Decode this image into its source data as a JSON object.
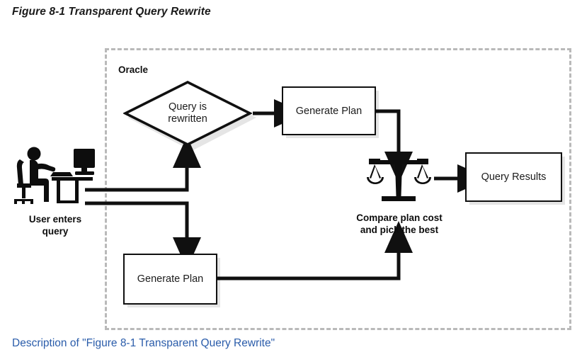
{
  "figure": {
    "title": "Figure 8-1 Transparent Query Rewrite",
    "caption_link": "Description of \"Figure 8-1 Transparent Query Rewrite\"",
    "link_color": "#2a5caa"
  },
  "diagram": {
    "boundary_label": "Oracle",
    "boundary_style": "dashed",
    "boundary_color": "#b9b9b9",
    "actor": {
      "icon": "user-at-computer-icon",
      "caption_line1": "User enters",
      "caption_line2": "query"
    },
    "decision": {
      "label_line1": "Query is",
      "label_line2": "rewritten",
      "shape": "diamond"
    },
    "nodes": {
      "generate_plan_top": "Generate Plan",
      "generate_plan_bottom": "Generate Plan",
      "query_results": "Query Results"
    },
    "comparator": {
      "icon": "balance-scale-icon",
      "caption_line1": "Compare plan cost",
      "caption_line2": "and pick the best"
    }
  }
}
